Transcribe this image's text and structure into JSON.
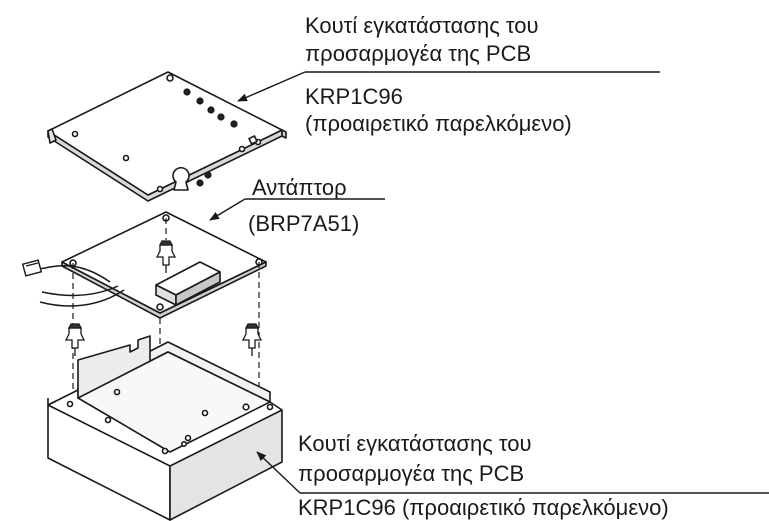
{
  "top_fragment": "",
  "labels": {
    "top_box": {
      "line1": "Κουτί εγκατάστασης του",
      "line2": "προσαρμογέα της PCB",
      "line3": "KRP1C96",
      "line4": "(προαιρετικό παρελκόμενο)"
    },
    "adapter": {
      "line1": "Αντάπτορ",
      "line2": "(BRP7A51)"
    },
    "bottom_box": {
      "line1": "Κουτί εγκατάστασης του",
      "line2": "προσαρμογέα της PCB",
      "line3": "KRP1C96 (προαιρετικό παρελκόμενο)"
    }
  }
}
